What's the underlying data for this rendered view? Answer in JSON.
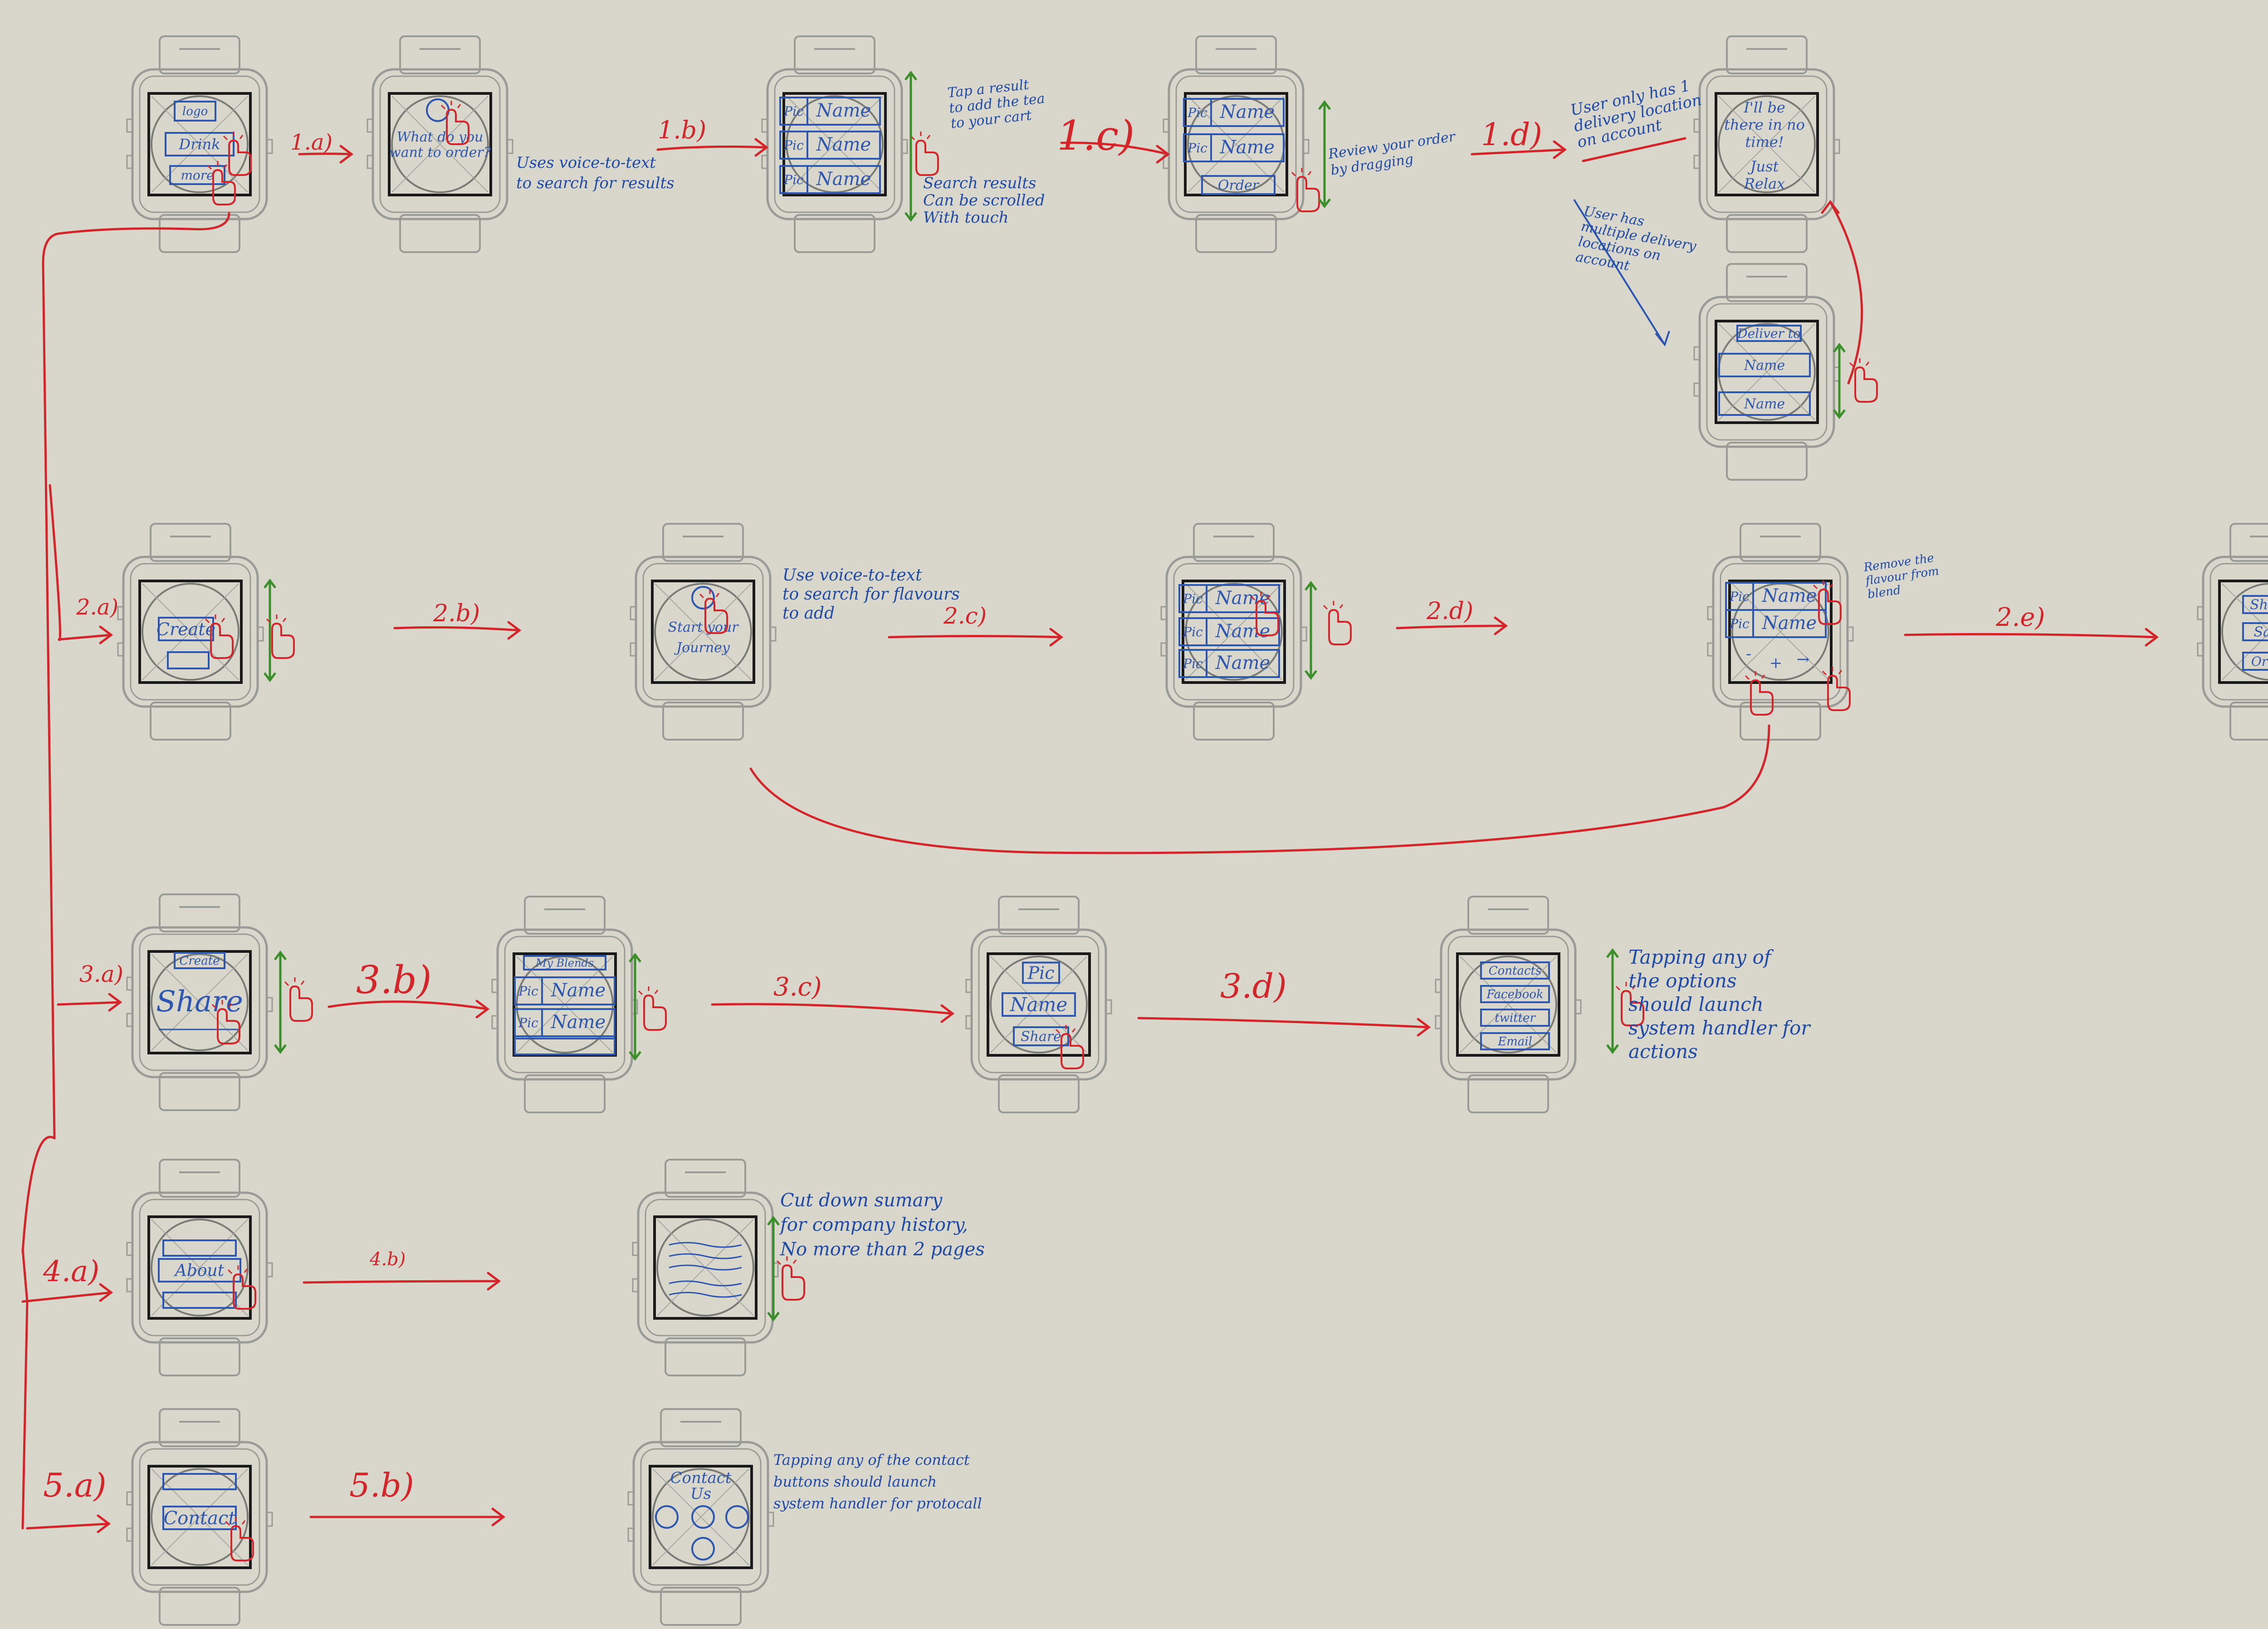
{
  "colors": {
    "background": "#d9d7cb",
    "watch_outline": "#9a9a96",
    "screen_border": "#1a1a1a",
    "ui_blue": "#2c56b0",
    "flow_red": "#d4252a",
    "scroll_green": "#3a8f2a"
  },
  "steps": {
    "s1a": "1.a)",
    "s1b": "1.b)",
    "s1c": "1.c)",
    "s1d": "1.d)",
    "s2a": "2.a)",
    "s2b": "2.b)",
    "s2c": "2.c)",
    "s2d": "2.d)",
    "s2e": "2.e)",
    "s3a": "3.a)",
    "s3b": "3.b)",
    "s3c": "3.c)",
    "s3d": "3.d)",
    "s4a": "4.a)",
    "s4b": "4.b)",
    "s5a": "5.a)",
    "s5b": "5.b)"
  },
  "notes": {
    "voice_1": [
      "Uses voice-to-text",
      "to search for results"
    ],
    "tap_result": [
      "Tap a result",
      "to add the tea",
      "to your cart"
    ],
    "scroll_results": [
      "Search results",
      "Can be scrolled",
      "With touch"
    ],
    "review_order": [
      "Review your order",
      "by dragging"
    ],
    "single_location": [
      "User only has 1",
      "delivery location",
      "on account"
    ],
    "multi_location": [
      "User has",
      "multiple delivery",
      "locations on",
      "account"
    ],
    "voice_2": [
      "Use voice-to-text",
      "to search for flavours",
      "to add"
    ],
    "remove_flavour": [
      "Remove the",
      "flavour from",
      "blend"
    ],
    "share_options": [
      "Tapping any of",
      "the options",
      "should launch",
      "system handler for",
      "actions"
    ],
    "about": [
      "Cut down sumary",
      "for company history,",
      "No more than 2 pages"
    ],
    "contact": [
      "Tapping any of the contact",
      "buttons should launch",
      "system handler for protocall"
    ]
  },
  "screens": {
    "home": [
      "logo",
      "Drink",
      "more"
    ],
    "voice_order": [
      "What do you",
      "want to order?"
    ],
    "pic": "Pic",
    "name": "Name",
    "order": "Order",
    "eta": [
      "I'll be",
      "there in no",
      "time!",
      "Just",
      "Relax"
    ],
    "delivery_title": "Deliver to",
    "create": "Create",
    "journey": [
      "Start your",
      "Journey"
    ],
    "blend_ops": [
      "-",
      "+",
      "→"
    ],
    "share": "Share",
    "save": "Save",
    "my_blends": "My Blends",
    "contacts": [
      "Contacts",
      "Facebook",
      "twitter",
      "Email"
    ],
    "about": "About",
    "contact_btn": "Contact",
    "contact_title": [
      "Contact",
      "Us"
    ]
  }
}
